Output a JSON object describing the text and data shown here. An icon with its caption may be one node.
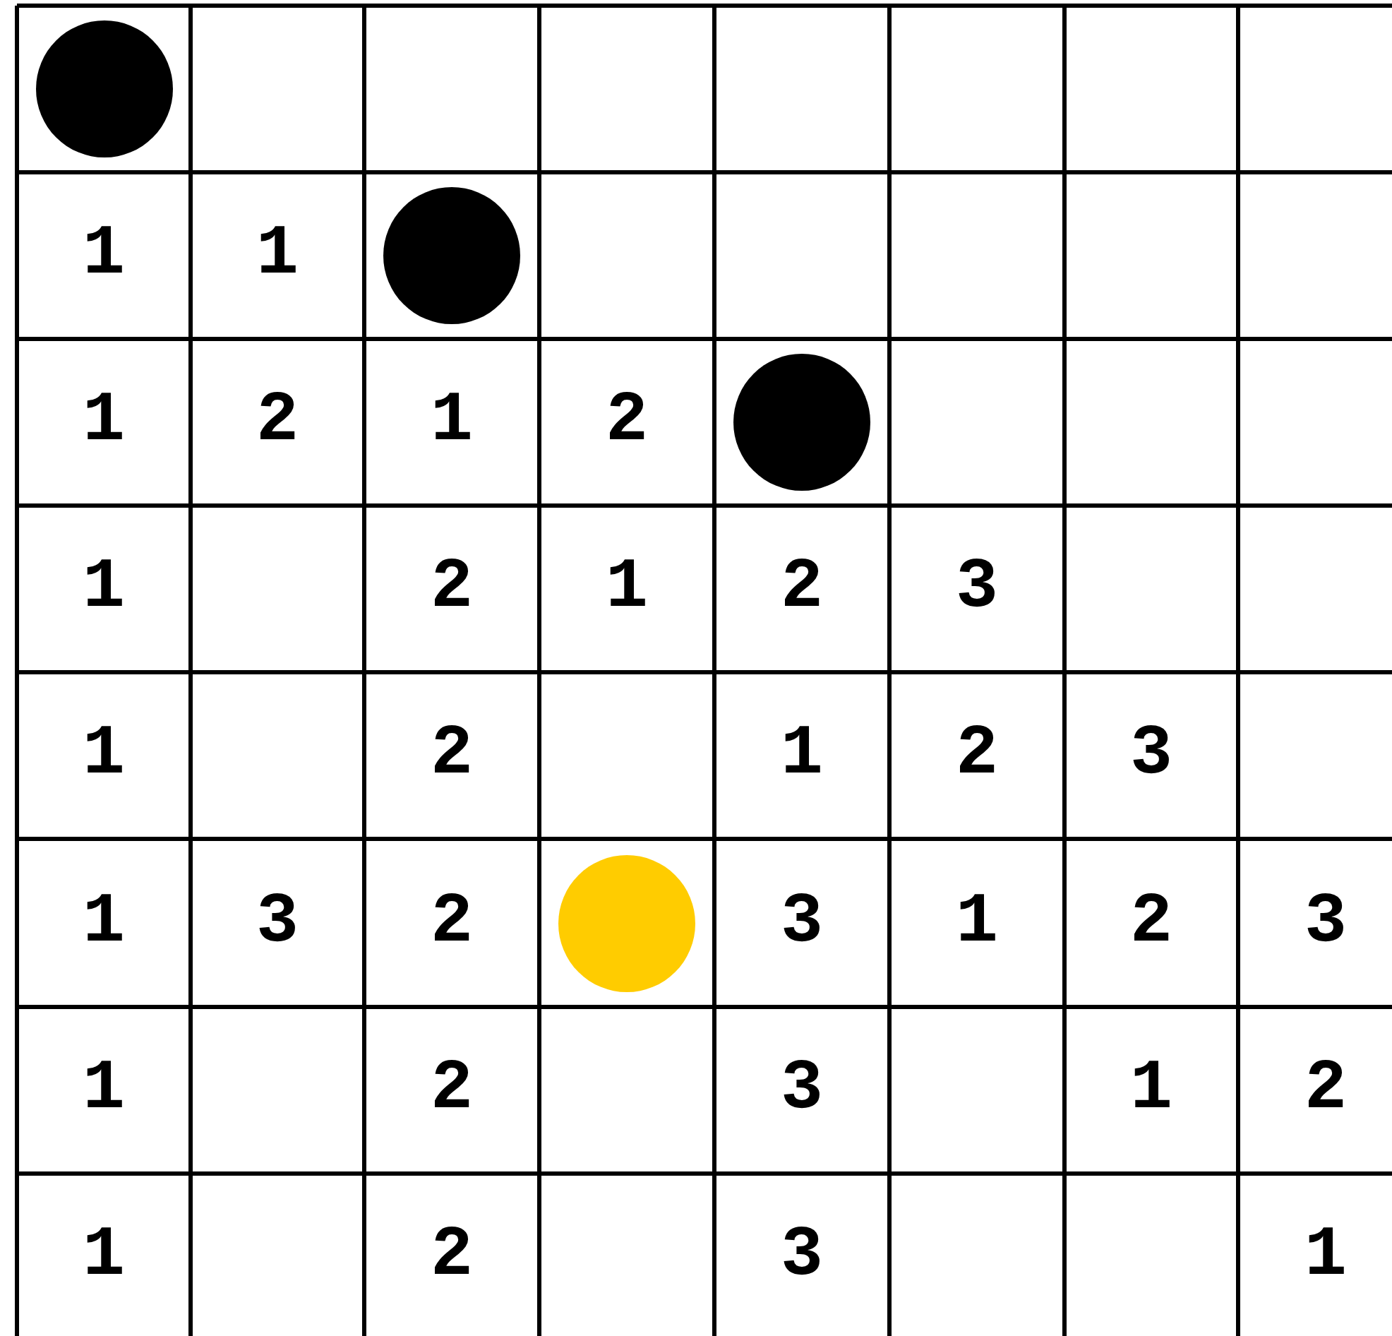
{
  "diagram": {
    "nodes": [
      {
        "text": [],
        "shape": "circle"
      },
      {
        "text": [],
        "shape": "circle"
      },
      {
        "text": [],
        "shape": "circle"
      },
      {
        "text": [],
        "shape": "circle"
      }
    ],
    "labels": [
      "1",
      "1",
      "1",
      "2",
      "1",
      "2",
      "1",
      "2",
      "1",
      "2",
      "3",
      "1",
      "2",
      "1",
      "2",
      "3",
      "1",
      "3",
      "2",
      "3",
      "1",
      "2",
      "3",
      "1",
      "2",
      "3",
      "1",
      "2",
      "1",
      "2",
      "3",
      "1"
    ]
  }
}
